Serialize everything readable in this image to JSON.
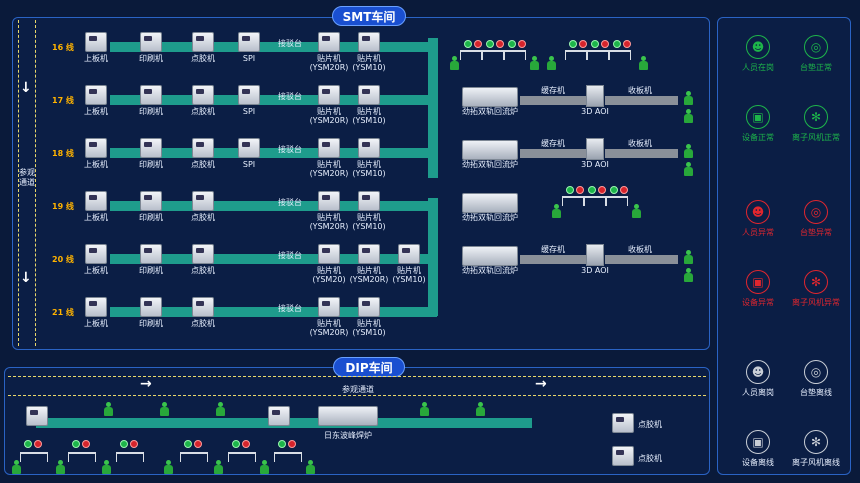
{
  "smt": {
    "title": "SMT车间",
    "corridor_label": "参观通道",
    "lines": [
      {
        "label": "16 线",
        "m1": "上板机",
        "m2": "印刷机",
        "m3": "点胶机",
        "m4": "SPI",
        "dock": "接驳台",
        "p1": "贴片机",
        "p1m": "(YSM20R)",
        "p2": "贴片机",
        "p2m": "(YSM10)"
      },
      {
        "label": "17 线",
        "m1": "上板机",
        "m2": "印刷机",
        "m3": "点胶机",
        "m4": "SPI",
        "dock": "接驳台",
        "p1": "贴片机",
        "p1m": "(YSM20R)",
        "p2": "贴片机",
        "p2m": "(YSM10)",
        "oven": "劲拓双轨回流炉",
        "buffer": "缓存机",
        "aoi": "3D AOI",
        "collect": "收板机"
      },
      {
        "label": "18 线",
        "m1": "上板机",
        "m2": "印刷机",
        "m3": "点胶机",
        "m4": "SPI",
        "dock": "接驳台",
        "p1": "贴片机",
        "p1m": "(YSM20R)",
        "p2": "贴片机",
        "p2m": "(YSM10)",
        "oven": "劲拓双轨回流炉",
        "buffer": "缓存机",
        "aoi": "3D AOI",
        "collect": "收板机"
      },
      {
        "label": "19 线",
        "m1": "上板机",
        "m2": "印刷机",
        "m3": "点胶机",
        "dock": "接驳台",
        "p1": "贴片机",
        "p1m": "(YSM20R)",
        "p2": "贴片机",
        "p2m": "(YSM10)",
        "oven": "劲拓双轨回流炉"
      },
      {
        "label": "20 线",
        "m1": "上板机",
        "m2": "印刷机",
        "m3": "点胶机",
        "dock": "接驳台",
        "p1": "贴片机",
        "p1m": "(YSM20)",
        "p2": "贴片机",
        "p2m": "(YSM20R)",
        "p3": "贴片机",
        "p3m": "(YSM10)",
        "oven": "劲拓双轨回流炉",
        "buffer": "缓存机",
        "aoi": "3D AOI",
        "collect": "收板机"
      },
      {
        "label": "21 线",
        "m1": "上板机",
        "m2": "印刷机",
        "m3": "点胶机",
        "dock": "接驳台",
        "p1": "贴片机",
        "p1m": "(YSM20R)",
        "p2": "贴片机",
        "p2m": "(YSM10)"
      }
    ]
  },
  "dip": {
    "title": "DIP车间",
    "corridor_label": "参观通道",
    "wave": "日东波峰焊炉",
    "dispenser1": "点胶机",
    "dispenser2": "点胶机"
  },
  "legend": {
    "ok": [
      {
        "label": "人员在岗",
        "icon": "person-icon",
        "color": "#1db54a"
      },
      {
        "label": "台垫正常",
        "icon": "mat-icon",
        "color": "#1db54a"
      },
      {
        "label": "设备正常",
        "icon": "device-icon",
        "color": "#1db54a"
      },
      {
        "label": "离子风机正常",
        "icon": "fan-icon",
        "color": "#1db54a"
      }
    ],
    "err": [
      {
        "label": "人员异常",
        "icon": "person-icon",
        "color": "#e0262e"
      },
      {
        "label": "台垫异常",
        "icon": "mat-icon",
        "color": "#e0262e"
      },
      {
        "label": "设备异常",
        "icon": "device-icon",
        "color": "#e0262e"
      },
      {
        "label": "离子风机异常",
        "icon": "fan-icon",
        "color": "#e0262e"
      }
    ],
    "off": [
      {
        "label": "人员离岗",
        "icon": "person-icon",
        "color": "#c9ced6"
      },
      {
        "label": "台垫离线",
        "icon": "mat-icon",
        "color": "#c9ced6"
      },
      {
        "label": "设备离线",
        "icon": "device-icon",
        "color": "#c9ced6"
      },
      {
        "label": "离子风机离线",
        "icon": "fan-icon",
        "color": "#c9ced6"
      }
    ]
  }
}
